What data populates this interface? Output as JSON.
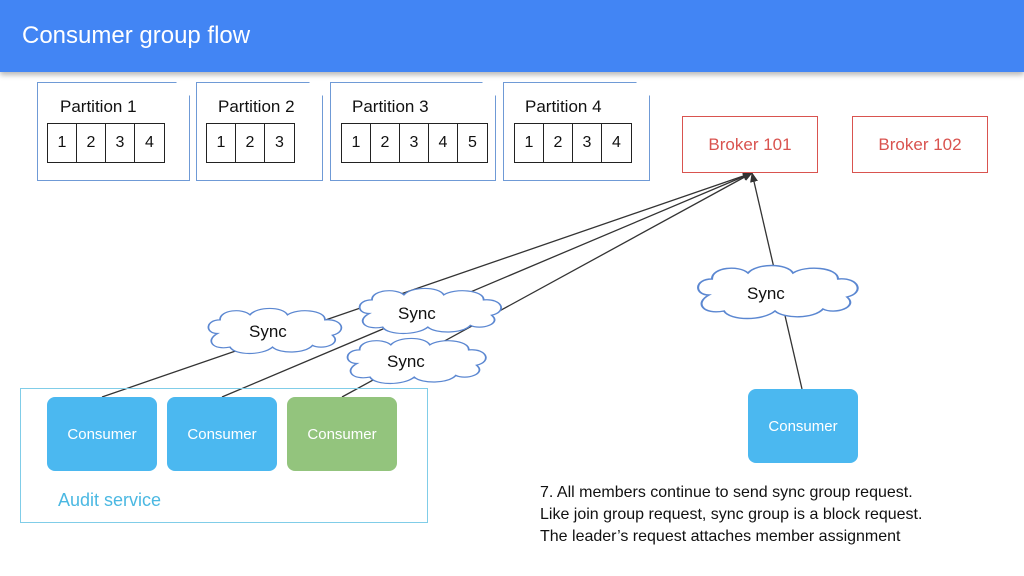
{
  "header": {
    "title": "Consumer group flow"
  },
  "partitions": [
    {
      "title": "Partition 1",
      "cells": [
        "1",
        "2",
        "3",
        "4"
      ]
    },
    {
      "title": "Partition 2",
      "cells": [
        "1",
        "2",
        "3"
      ]
    },
    {
      "title": "Partition 3",
      "cells": [
        "1",
        "2",
        "3",
        "4",
        "5"
      ]
    },
    {
      "title": "Partition 4",
      "cells": [
        "1",
        "2",
        "3",
        "4"
      ]
    }
  ],
  "brokers": [
    {
      "label": "Broker 101"
    },
    {
      "label": "Broker 102"
    }
  ],
  "clouds": [
    {
      "label": "Sync"
    },
    {
      "label": "Sync"
    },
    {
      "label": "Sync"
    },
    {
      "label": "Sync"
    }
  ],
  "audit_service": {
    "label": "Audit service"
  },
  "consumers": [
    {
      "label": "Consumer",
      "color": "#4bb8f0"
    },
    {
      "label": "Consumer",
      "color": "#4bb8f0"
    },
    {
      "label": "Consumer",
      "color": "#93c47d"
    },
    {
      "label": "Consumer",
      "color": "#4bb8f0"
    }
  ],
  "note": {
    "lines": [
      "7. All members continue to send sync group request.",
      "Like join group request, sync group is a block request.",
      "The leader’s request attaches member assignment"
    ]
  },
  "colors": {
    "header": "#4285f4",
    "partition_border": "#6f9ad6",
    "broker": "#d9534f",
    "audit_border": "#80cde8",
    "consumer_blue": "#4bb8f0",
    "consumer_green": "#93c47d"
  }
}
